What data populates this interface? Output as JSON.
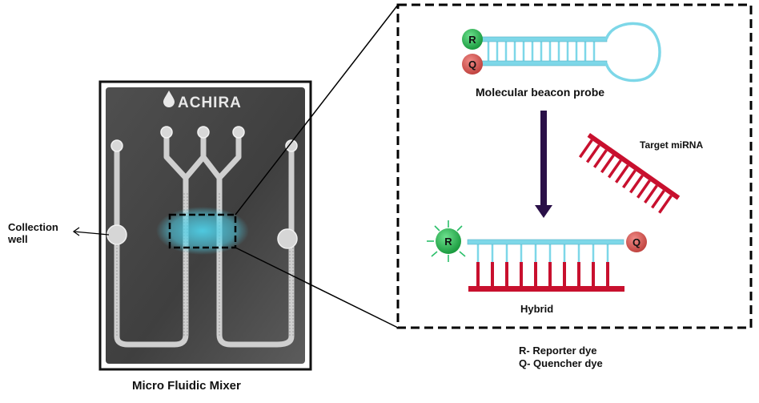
{
  "chip": {
    "logo_text": "ACHIRA",
    "caption": "Micro Fluidic Mixer",
    "collection_label_line1": "Collection",
    "collection_label_line2": "well"
  },
  "detail": {
    "beacon_label": "Molecular beacon probe",
    "target_label": "Target miRNA",
    "hybrid_label": "Hybrid",
    "reporter_letter": "R",
    "quencher_letter": "Q"
  },
  "legend": {
    "reporter": "R- Reporter dye",
    "quencher": "Q- Quencher dye"
  },
  "colors": {
    "probe_strand": "#7dd7e8",
    "target_strand": "#c8102e",
    "reporter_green": "#22b14c",
    "quencher_red": "#d9534f",
    "arrow": "#2a1048",
    "chip_glow": "#4fd0e8"
  }
}
